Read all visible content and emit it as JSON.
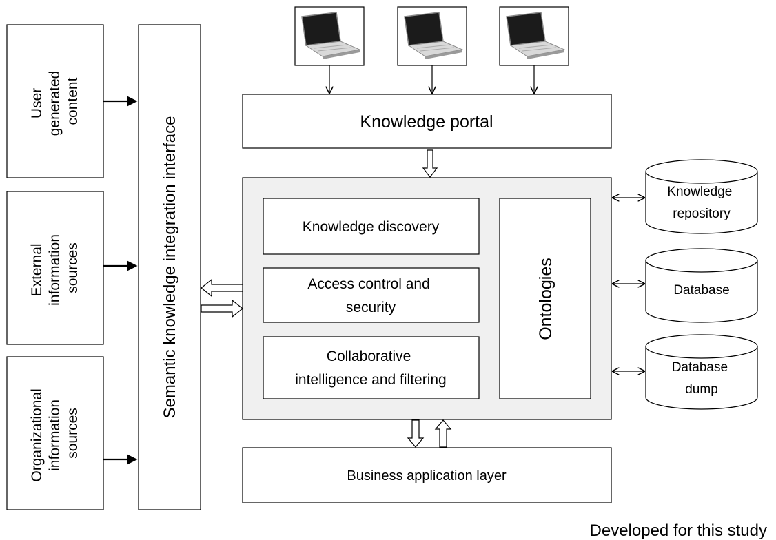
{
  "sources": {
    "user_generated": [
      "User",
      "generated",
      "content"
    ],
    "external": [
      "External",
      "information",
      "sources"
    ],
    "organizational": [
      "Organizational",
      "information",
      "sources"
    ]
  },
  "integration_interface": "Semantic knowledge integration interface",
  "knowledge_portal": "Knowledge portal",
  "core": {
    "knowledge_discovery": "Knowledge discovery",
    "access_control": [
      "Access control and",
      "security"
    ],
    "collaborative": [
      "Collaborative",
      "intelligence and filtering"
    ],
    "ontologies": "Ontologies"
  },
  "stores": {
    "knowledge_repository": [
      "Knowledge",
      "repository"
    ],
    "database": "Database",
    "database_dump": [
      "Database",
      "dump"
    ]
  },
  "business_layer": "Business application layer",
  "caption": "Developed for this study",
  "icons": [
    "laptop-icon",
    "laptop-icon",
    "laptop-icon"
  ]
}
